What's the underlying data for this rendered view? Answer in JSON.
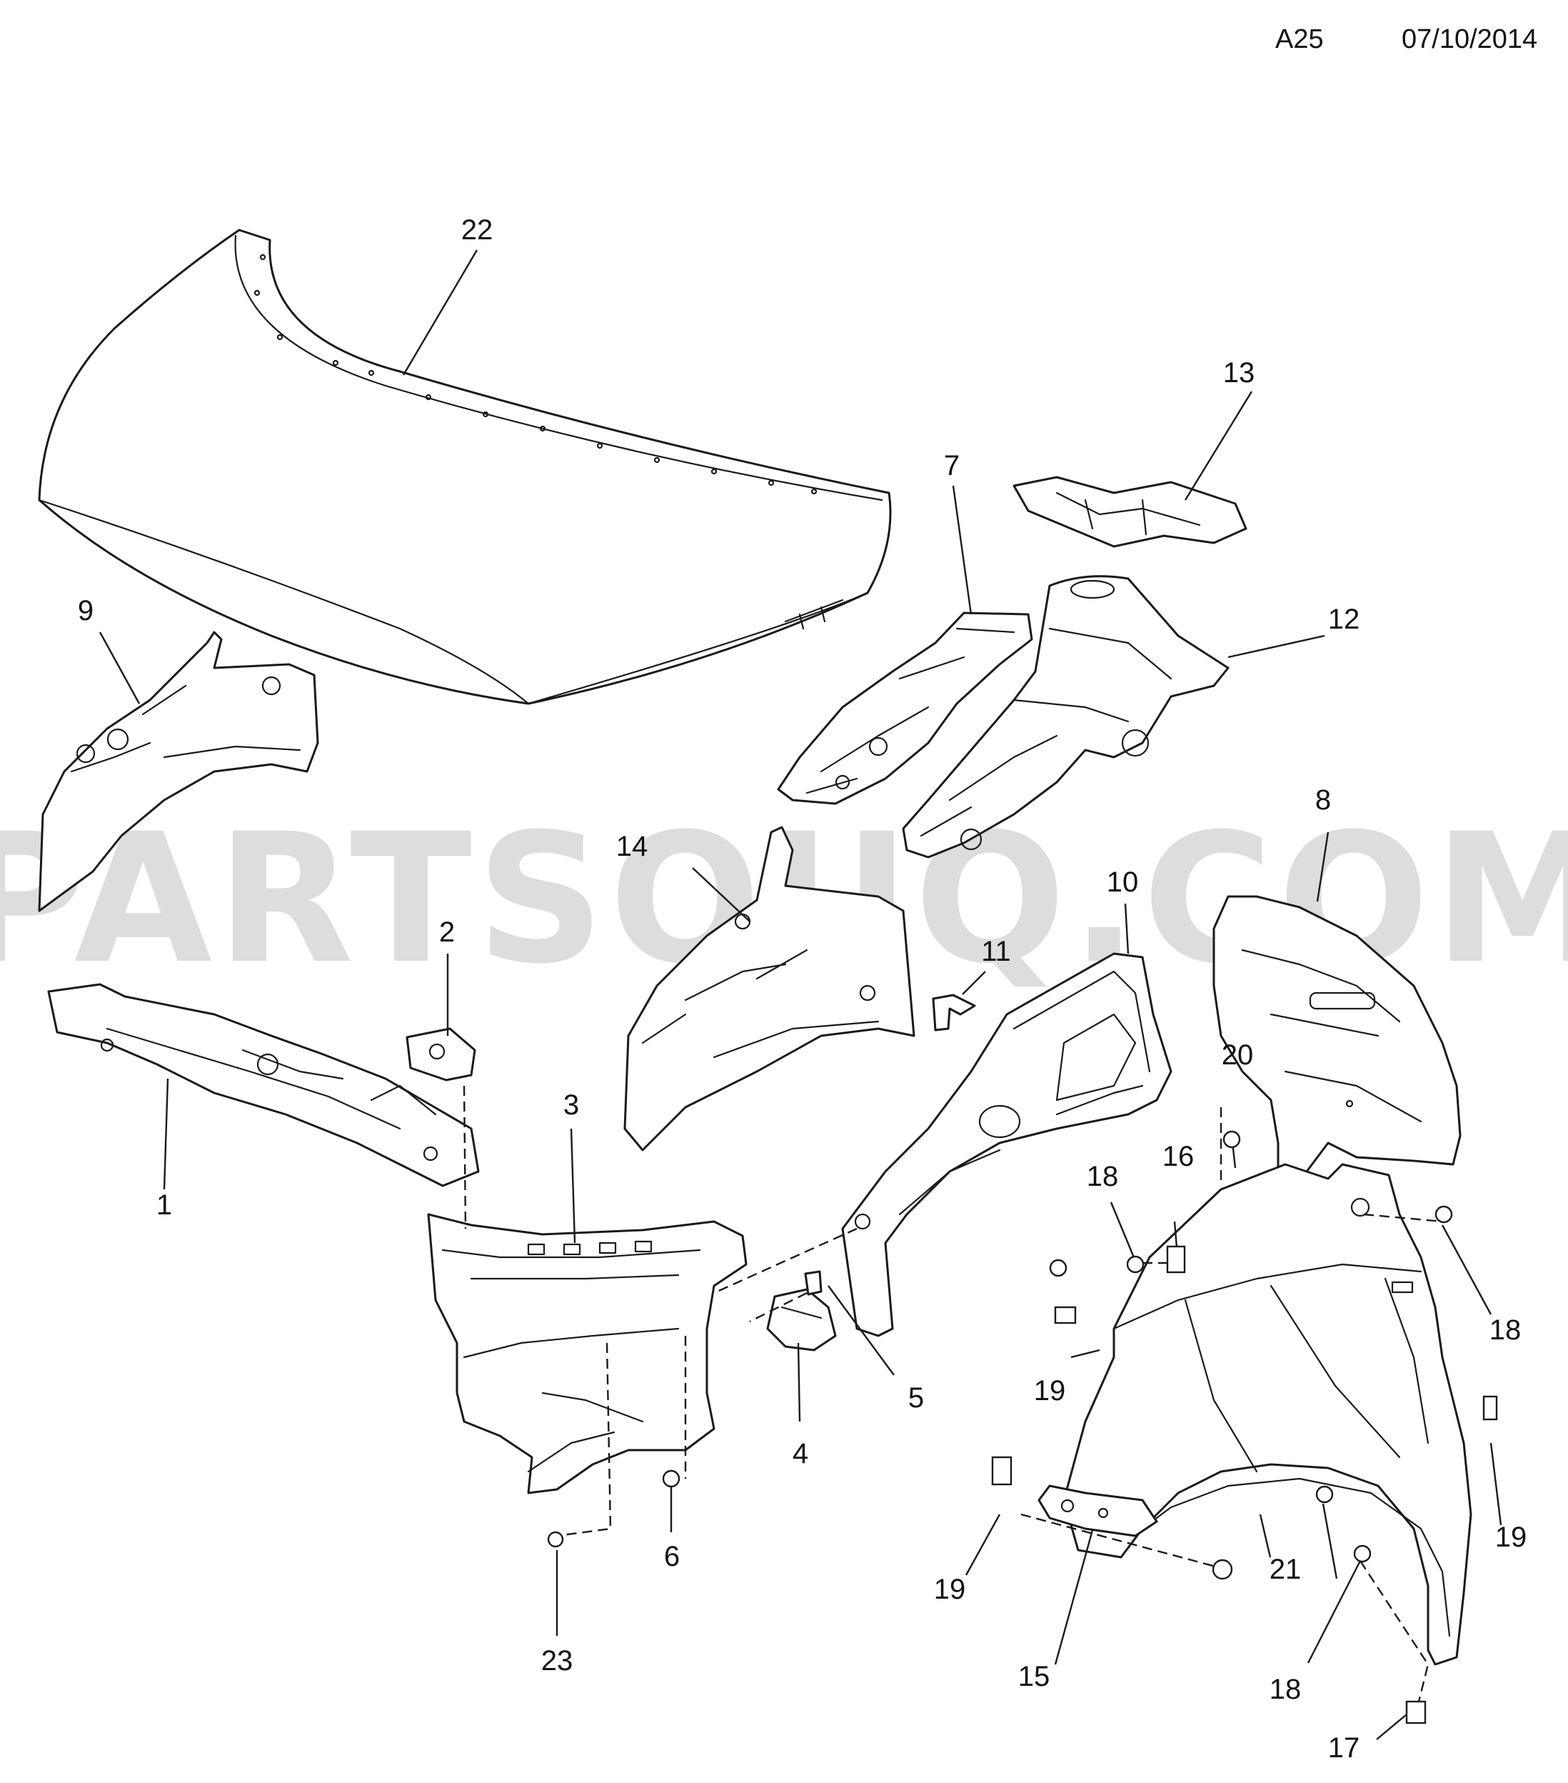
{
  "header": {
    "page_code": "A25",
    "date": "07/10/2014"
  },
  "watermark": "PARTSOUQ.COM",
  "callouts": {
    "c1": "1",
    "c2": "2",
    "c3": "3",
    "c4": "4",
    "c5": "5",
    "c6": "6",
    "c7": "7",
    "c8": "8",
    "c9": "9",
    "c10": "10",
    "c11": "11",
    "c12": "12",
    "c13": "13",
    "c14": "14",
    "c15": "15",
    "c16": "16",
    "c17": "17",
    "c18a": "18",
    "c18b": "18",
    "c18c": "18",
    "c19a": "19",
    "c19b": "19",
    "c19c": "19",
    "c20": "20",
    "c21": "21",
    "c22": "22",
    "c23": "23"
  }
}
